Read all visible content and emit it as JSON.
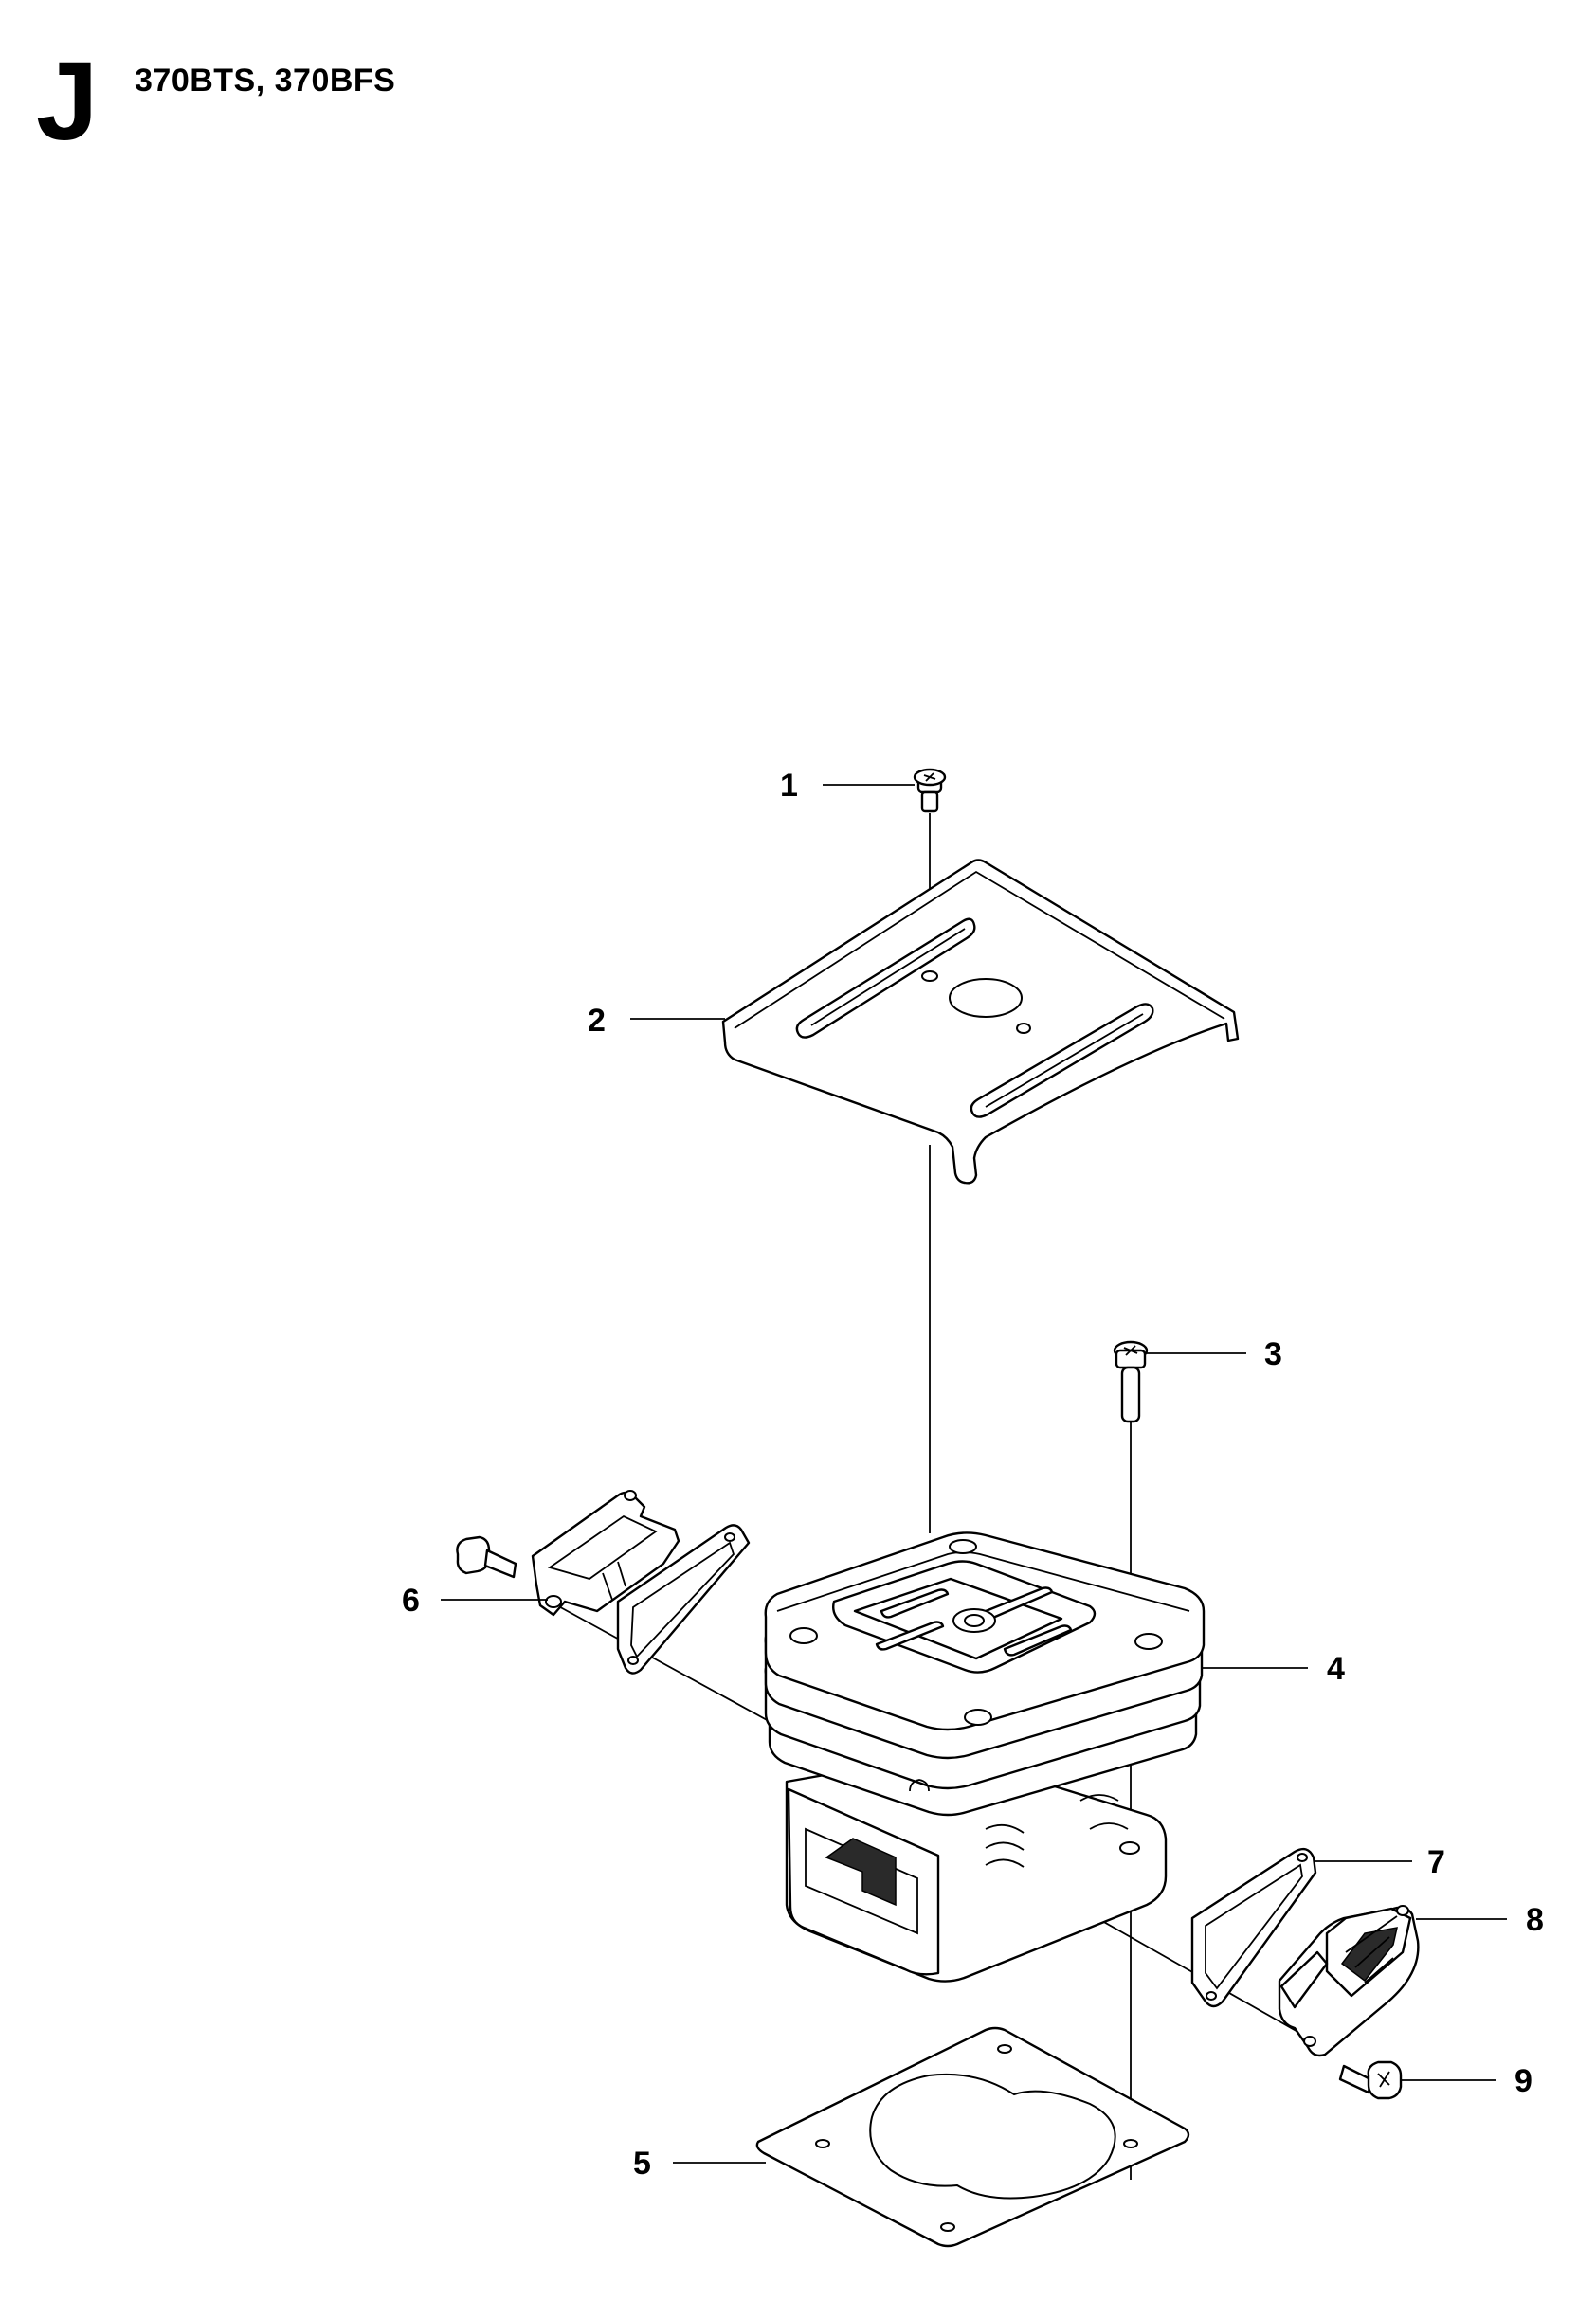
{
  "header": {
    "section_letter": "J",
    "models": "370BTS, 370BFS"
  },
  "callouts": [
    "1",
    "2",
    "3",
    "4",
    "5",
    "6",
    "7",
    "8",
    "9"
  ]
}
